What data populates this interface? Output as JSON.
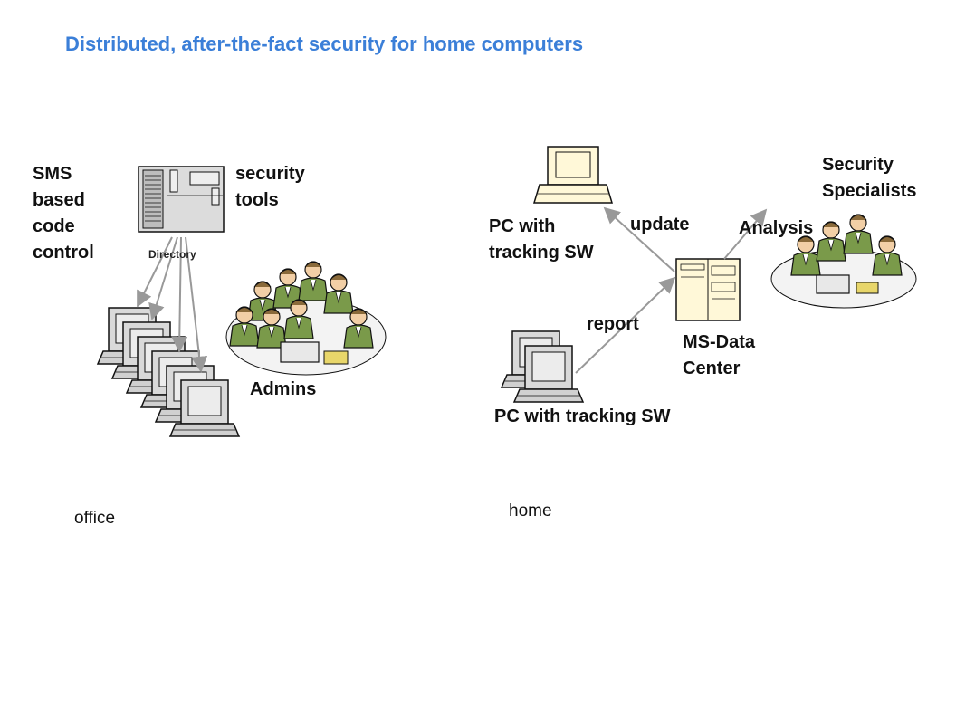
{
  "title": "Distributed, after-the-fact security for home computers",
  "office": {
    "sms_label": [
      "SMS",
      "based",
      "code",
      "control"
    ],
    "security_tools_label": [
      "security",
      "tools"
    ],
    "directory_label": "Directory",
    "admins_label": "Admins",
    "region_label": "office"
  },
  "home": {
    "pc_top_label": [
      "PC with",
      "tracking SW"
    ],
    "update_label": "update",
    "analysis_label": "Analysis",
    "specialists_label": [
      "Security",
      "Specialists"
    ],
    "report_label": "report",
    "datacenter_label": [
      "MS-Data",
      "Center"
    ],
    "pc_bottom_label": "PC with tracking SW",
    "region_label": "home"
  },
  "colors": {
    "title": "#3b7fd8",
    "arrow": "#999999",
    "outline": "#111111",
    "machine_fill": "#dcdcdc",
    "people_skin": "#f2cfa6",
    "suit_green": "#7a9a4a",
    "suit_blue": "#5a6fa8"
  }
}
